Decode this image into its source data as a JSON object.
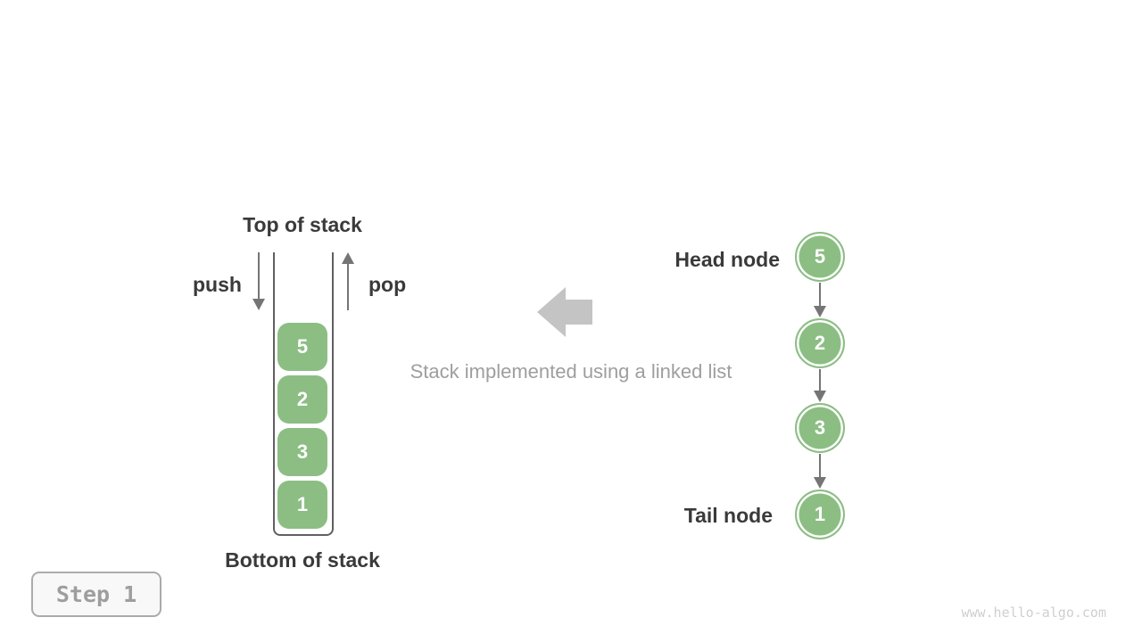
{
  "stack_panel": {
    "top_label": "Top of stack",
    "bottom_label": "Bottom of stack",
    "push_label": "push",
    "pop_label": "pop",
    "items": [
      "5",
      "2",
      "3",
      "1"
    ]
  },
  "center": {
    "caption": "Stack implemented using a linked list"
  },
  "linked_list_panel": {
    "head_label": "Head node",
    "tail_label": "Tail node",
    "nodes": [
      "5",
      "2",
      "3",
      "1"
    ]
  },
  "footer": {
    "step_badge": "Step 1",
    "watermark": "www.hello-algo.com"
  },
  "icons": {
    "push_arrow": "arrow-down",
    "pop_arrow": "arrow-up",
    "node_link_arrow": "arrow-down",
    "direction_arrow": "block-arrow-left"
  },
  "colors": {
    "node_green": "#8cbe84",
    "arrow_gray": "#757575",
    "block_arrow_gray": "#c4c4c4",
    "container_line": "#606060",
    "text_dark": "#3a3a3a",
    "muted_gray": "#9e9e9e",
    "watermark_gray": "#cfcfcf"
  }
}
